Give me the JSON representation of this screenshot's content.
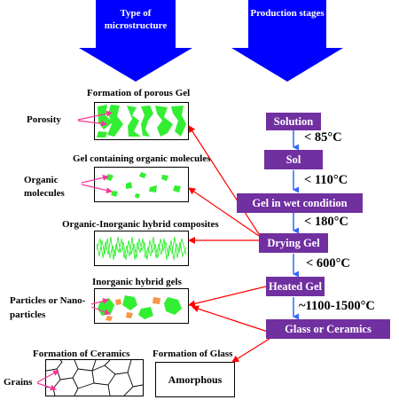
{
  "headers": {
    "microstructure": "Type of microstructure",
    "production": "Production stages"
  },
  "sections": {
    "porous_title": "Formation of porous Gel",
    "porosity_label": "Porosity",
    "organic_title": "Gel containing organic molecules",
    "organic_label": "Organic molecules",
    "hybrid_title": "Organic-Inorganic hybrid composites",
    "inorganic_title": "Inorganic hybrid gels",
    "particles_label": "Particles or Nano-particles",
    "ceramics_title": "Formation of Ceramics",
    "grains_label": "Grains",
    "glass_title": "Formation of Glass",
    "amorphous_text": "Amorphous"
  },
  "stages": [
    "Solution",
    "Sol",
    "Gel in wet condition",
    "Drying Gel",
    "Heated Gel",
    "Glass or Ceramics"
  ],
  "temperatures": [
    "< 85°C",
    "< 110°C",
    "< 180°C",
    "< 600°C",
    "~1100-1500°C"
  ],
  "colors": {
    "header_arrow": "#0000ff",
    "stage_box": "#7030a0",
    "gel_green": "#33ee33",
    "particle_orange": "#f79646",
    "link_arrow": "#ff0000",
    "label_arrow": "#ff3399",
    "stage_arrow": "#3366ff"
  }
}
